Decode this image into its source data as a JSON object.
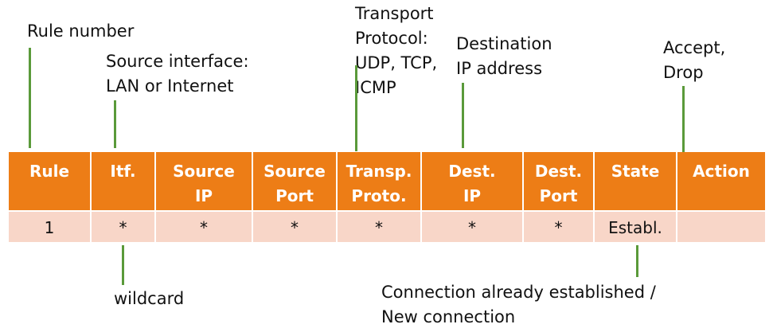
{
  "annotations": {
    "rule_number": "Rule number",
    "source_interface": [
      "Source interface:",
      "LAN or Internet"
    ],
    "transport_protocol": [
      "Transport",
      "Protocol:",
      "UDP, TCP,",
      "ICMP"
    ],
    "destination_ip": [
      "Destination",
      "IP address"
    ],
    "accept_drop": [
      "Accept,",
      "Drop"
    ],
    "wildcard": "wildcard",
    "connection_state": [
      "Connection already established /",
      "New connection"
    ]
  },
  "table": {
    "columns": [
      [
        "Rule"
      ],
      [
        "Itf."
      ],
      [
        "Source",
        "IP"
      ],
      [
        "Source",
        "Port"
      ],
      [
        "Transp.",
        "Proto."
      ],
      [
        "Dest.",
        "IP"
      ],
      [
        "Dest.",
        "Port"
      ],
      [
        "State"
      ],
      [
        "Action"
      ]
    ],
    "row": [
      "1",
      "*",
      "*",
      "*",
      "*",
      "*",
      "*",
      "Establ.",
      ""
    ]
  },
  "colors": {
    "header_fill": "#ed7d16",
    "row_fill": "#f8d6c8",
    "pointer_line": "#5a9a3a"
  }
}
